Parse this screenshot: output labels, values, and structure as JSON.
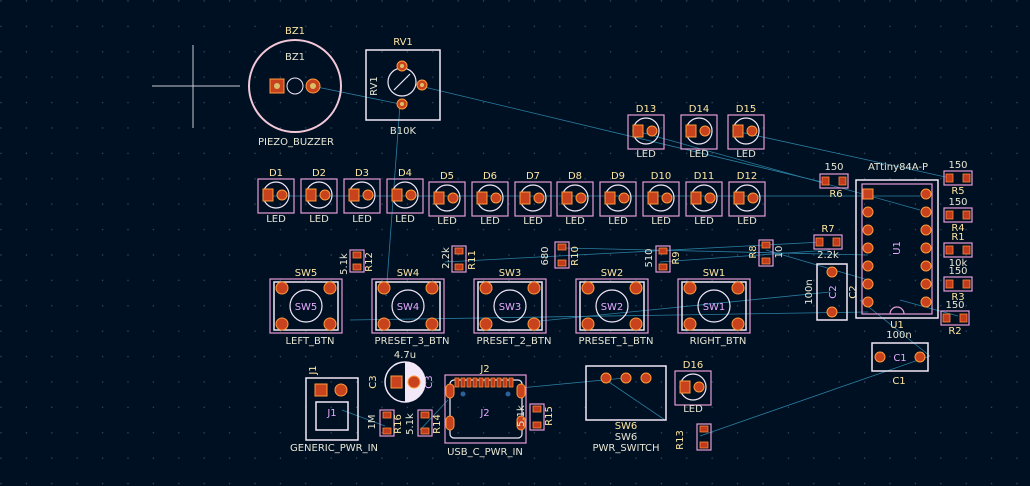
{
  "canvas": {
    "background": "#001023",
    "rat_color": "#2a7fa0",
    "pad_color": "#c8421e",
    "silk_color": "#f2e8f8"
  },
  "bz1": {
    "ref_top": "BZ1",
    "ref_inner": "BZ1",
    "value": "PIEZO_BUZZER"
  },
  "rv1": {
    "ref_top": "RV1",
    "ref_side": "RV1",
    "value": "B10K"
  },
  "leds_top": [
    {
      "ref": "D13",
      "value": "LED"
    },
    {
      "ref": "D14",
      "value": "LED"
    },
    {
      "ref": "D15",
      "value": "LED"
    }
  ],
  "leds_row": [
    {
      "ref": "D1",
      "value": "LED"
    },
    {
      "ref": "D2",
      "value": "LED"
    },
    {
      "ref": "D3",
      "value": "LED"
    },
    {
      "ref": "D4",
      "value": "LED"
    },
    {
      "ref": "D5",
      "value": "LED"
    },
    {
      "ref": "D6",
      "value": "LED"
    },
    {
      "ref": "D7",
      "value": "LED"
    },
    {
      "ref": "D8",
      "value": "LED"
    },
    {
      "ref": "D9",
      "value": "LED"
    },
    {
      "ref": "D10",
      "value": "LED"
    },
    {
      "ref": "D11",
      "value": "LED"
    },
    {
      "ref": "D12",
      "value": "LED"
    }
  ],
  "resistors": {
    "r12": {
      "ref": "R12",
      "value": "5.1k"
    },
    "r11": {
      "ref": "R11",
      "value": "2.2k"
    },
    "r10": {
      "ref": "R10",
      "value": "680"
    },
    "r9": {
      "ref": "R9",
      "value": "510"
    },
    "r8": {
      "ref": "R8",
      "value": "10"
    },
    "r7": {
      "ref": "R7",
      "value": "2.2k"
    },
    "r6": {
      "ref": "R6",
      "value": "150"
    },
    "r5": {
      "ref": "R5",
      "value": "150"
    },
    "r4": {
      "ref": "R4",
      "value": "150"
    },
    "r1": {
      "ref": "R1",
      "value": "10k"
    },
    "r3": {
      "ref": "R3",
      "value": "150"
    },
    "r2": {
      "ref": "R2",
      "value": "150"
    },
    "r16": {
      "ref": "R16",
      "value": "1M"
    },
    "r14": {
      "ref": "R14",
      "value": "5.1k"
    },
    "r15": {
      "ref": "R15",
      "value": "5.1k"
    },
    "r13": {
      "ref": "R13",
      "value": "R13"
    }
  },
  "switches": [
    {
      "ref": "SW5",
      "inner": "SW5",
      "value": "LEFT_BTN"
    },
    {
      "ref": "SW4",
      "inner": "SW4",
      "value": "PRESET_3_BTN"
    },
    {
      "ref": "SW3",
      "inner": "SW3",
      "value": "PRESET_2_BTN"
    },
    {
      "ref": "SW2",
      "inner": "SW2",
      "value": "PRESET_1_BTN"
    },
    {
      "ref": "SW1",
      "inner": "SW1",
      "value": "RIGHT_BTN"
    }
  ],
  "u1": {
    "value": "ATtiny84A-P",
    "ref_side": "U1",
    "ref_bottom": "U1"
  },
  "c1": {
    "value": "100n",
    "ref_inner": "C1",
    "ref_bottom": "C1"
  },
  "c2": {
    "value": "100n",
    "ref_inner": "C2",
    "ref_side": "C2"
  },
  "c3": {
    "value": "4.7u",
    "ref_left": "C3",
    "ref_right": "C3"
  },
  "j1": {
    "ref": "J1",
    "ref_inner": "J1",
    "value": "GENERIC_PWR_IN"
  },
  "j2": {
    "ref": "J2",
    "ref_inner": "J2",
    "value": "USB_C_PWR_IN"
  },
  "sw6": {
    "ref": "SW6",
    "ref_inner": "SW6",
    "value": "PWR_SWITCH"
  },
  "d16": {
    "ref": "D16",
    "value": "LED"
  }
}
